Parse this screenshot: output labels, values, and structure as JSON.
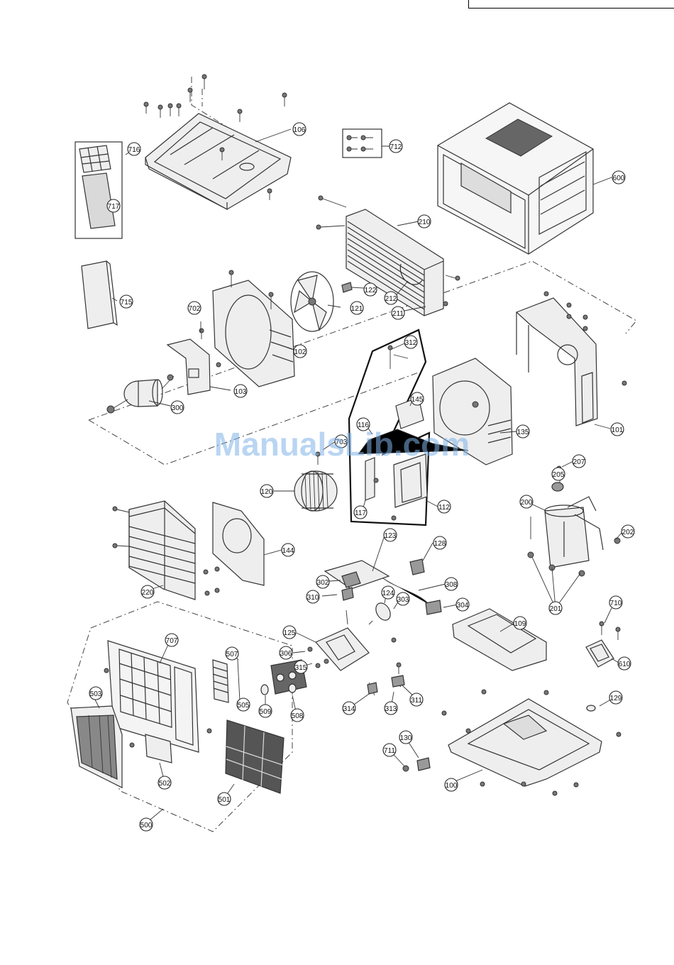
{
  "watermark": "ManualsLib.com",
  "labels": {
    "l716": "716",
    "l717": "717",
    "l715": "715",
    "l106": "106",
    "l712": "712",
    "l600": "600",
    "l210": "210",
    "l122": "122",
    "l212": "212",
    "l211": "211",
    "l121": "121",
    "l702": "702",
    "l102": "102",
    "l103": "103",
    "l300": "300",
    "l312": "312",
    "l145": "145",
    "l116": "116",
    "l703": "703",
    "l135": "135",
    "l101": "101",
    "l207": "207",
    "l205": "205",
    "l200": "200",
    "l202": "202",
    "l201": "201",
    "l120": "120",
    "l117": "117",
    "l112": "112",
    "l123": "123",
    "l128": "128",
    "l302": "302",
    "l310": "310",
    "l308": "308",
    "l124": "124",
    "l303": "303",
    "l304": "304",
    "l109": "109",
    "l220": "220",
    "l144": "144",
    "l710": "710",
    "l610": "610",
    "l707": "707",
    "l507": "507",
    "l125": "125",
    "l306": "306",
    "l315": "315",
    "l505": "505",
    "l509": "509",
    "l508": "508",
    "l503": "503",
    "l314": "314",
    "l313": "313",
    "l311": "311",
    "l129": "129",
    "l130": "130",
    "l711": "711",
    "l502": "502",
    "l501": "501",
    "l100": "100",
    "l500": "500"
  }
}
